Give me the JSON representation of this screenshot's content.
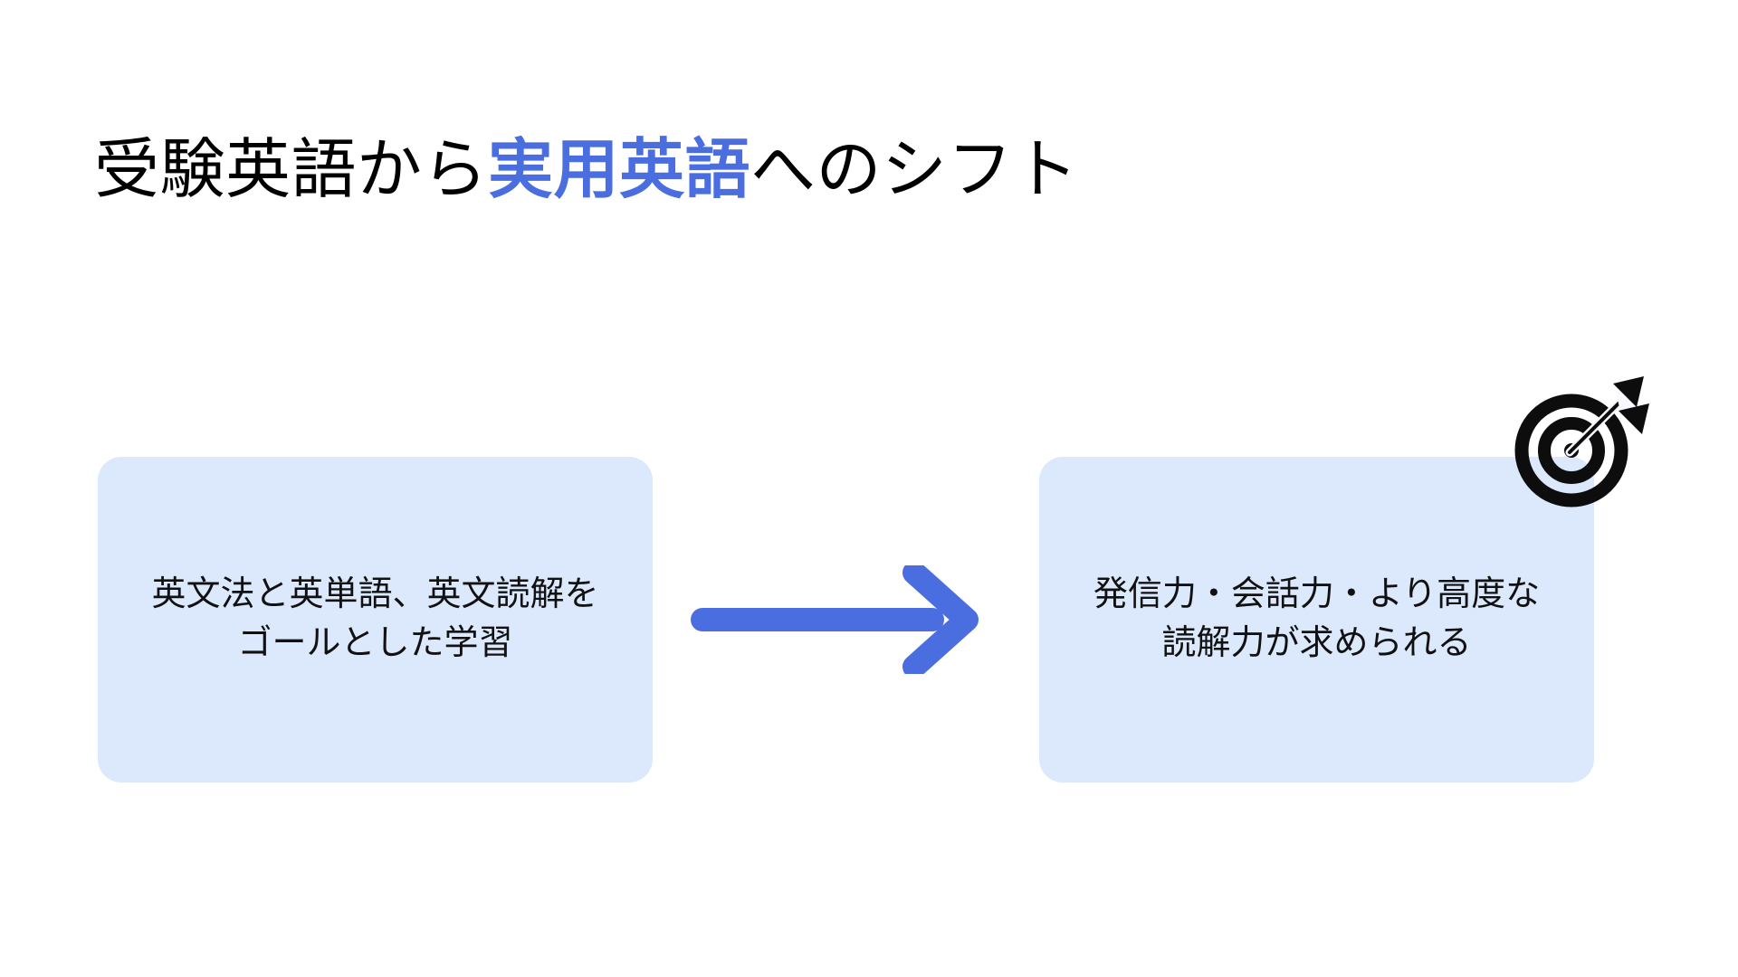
{
  "slide": {
    "background_color": "#ffffff",
    "accent_color": "#4a6ee0",
    "card_background_color": "#dce8fb",
    "text_color": "#111111"
  },
  "title": {
    "full": "受験英語から実用英語へのシフト",
    "lead": "受験英語から",
    "highlight": "実用英語",
    "trail": "へのシフト"
  },
  "cards": {
    "left": {
      "text": "英文法と英単語、英文読解を\nゴールとした学習",
      "line1": "英文法と英単語、英文読解を",
      "line2": "ゴールとした学習"
    },
    "right": {
      "text": "発信力・会話力・より高度な\n読解力が求められる",
      "line1": "発信力・会話力・より高度な",
      "line2": "読解力が求められる"
    }
  },
  "icons": {
    "arrow": "right-arrow-icon",
    "target": "target-dartboard-icon"
  }
}
